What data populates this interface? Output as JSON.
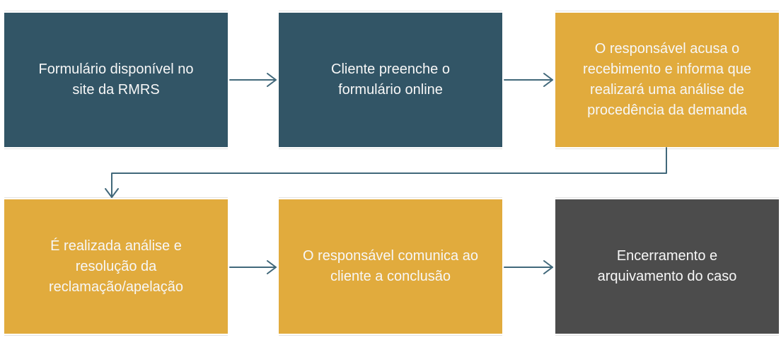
{
  "colors": {
    "teal": "#325566",
    "gold": "#E1AB3D",
    "gray": "#4C4C4C",
    "arrow": "#41687A",
    "text": "#F7F7F7"
  },
  "steps": [
    {
      "color": "teal",
      "lines": [
        "Formulário disponível no",
        "site da RMRS"
      ]
    },
    {
      "color": "teal",
      "lines": [
        "Cliente preenche o",
        "formulário online"
      ]
    },
    {
      "color": "gold",
      "lines": [
        "O responsável acusa o",
        "recebimento e informa que",
        "realizará uma análise de",
        "procedência da demanda"
      ]
    },
    {
      "color": "gold",
      "lines": [
        "É realizada análise e",
        "resolução da",
        "reclamação/apelação"
      ]
    },
    {
      "color": "gold",
      "lines": [
        "O responsável comunica ao",
        "cliente a conclusão"
      ]
    },
    {
      "color": "gray",
      "lines": [
        "Encerramento e",
        "arquivamento do caso"
      ]
    }
  ],
  "flow": [
    {
      "from": 1,
      "to": 2
    },
    {
      "from": 2,
      "to": 3
    },
    {
      "from": 3,
      "to": 4
    },
    {
      "from": 4,
      "to": 5
    },
    {
      "from": 5,
      "to": 6
    }
  ]
}
